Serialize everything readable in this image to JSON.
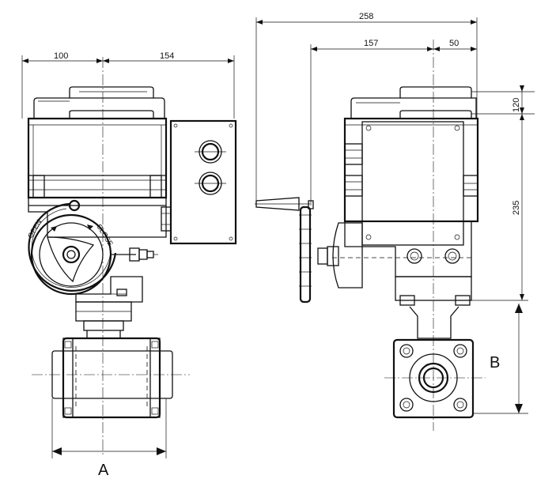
{
  "dimensions": {
    "width_left": "100",
    "width_right": "154",
    "overall_length": "258",
    "handwheel_offset": "157",
    "offset_right": "50",
    "top_height": "120",
    "body_height": "235",
    "label_a": "A",
    "label_b": "B"
  },
  "markings": {
    "open": "OPEN",
    "close": "CLOSE"
  }
}
